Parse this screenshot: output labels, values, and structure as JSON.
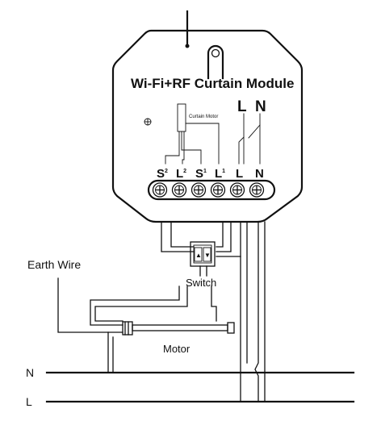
{
  "module": {
    "title": "Wi-Fi+RF Curtain Module",
    "input_labels": [
      "L",
      "N"
    ],
    "internal_label": "Curtain Motor",
    "terminals": [
      {
        "main": "S",
        "sup": "2"
      },
      {
        "main": "L",
        "sup": "2"
      },
      {
        "main": "S",
        "sup": "1"
      },
      {
        "main": "L",
        "sup": "1"
      },
      {
        "main": "L",
        "sup": ""
      },
      {
        "main": "N",
        "sup": ""
      }
    ]
  },
  "switch": {
    "label": "Switch",
    "up_glyph": "▲",
    "down_glyph": "▼"
  },
  "motor": {
    "label": "Motor"
  },
  "earth_wire": {
    "label": "Earth Wire"
  },
  "mains": {
    "n_label": "N",
    "l_label": "L"
  },
  "colors": {
    "line": "#111111",
    "background": "#ffffff"
  },
  "icons": [
    "ground-icon",
    "antenna-icon",
    "screw-terminal-icon"
  ]
}
